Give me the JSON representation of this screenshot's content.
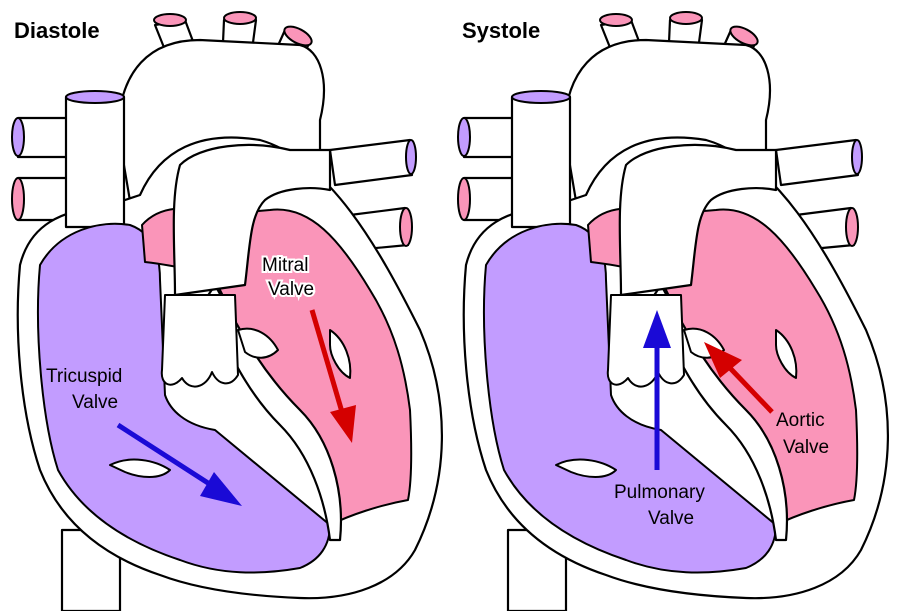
{
  "panels": [
    {
      "title": "Diastole",
      "labels": [
        {
          "key": "mitral",
          "lines": [
            "Mitral",
            "Valve"
          ]
        },
        {
          "key": "tricuspid",
          "lines": [
            "Tricuspid",
            "Valve"
          ]
        }
      ]
    },
    {
      "title": "Systole",
      "labels": [
        {
          "key": "aortic",
          "lines": [
            "Aortic",
            "Valve"
          ]
        },
        {
          "key": "pulmonary",
          "lines": [
            "Pulmonary",
            "Valve"
          ]
        }
      ]
    }
  ],
  "colors": {
    "deoxygenated": "#c29cff",
    "oxygenated": "#fa95b9",
    "arrow_blue": "#1a0ad6",
    "arrow_red": "#d40000"
  }
}
